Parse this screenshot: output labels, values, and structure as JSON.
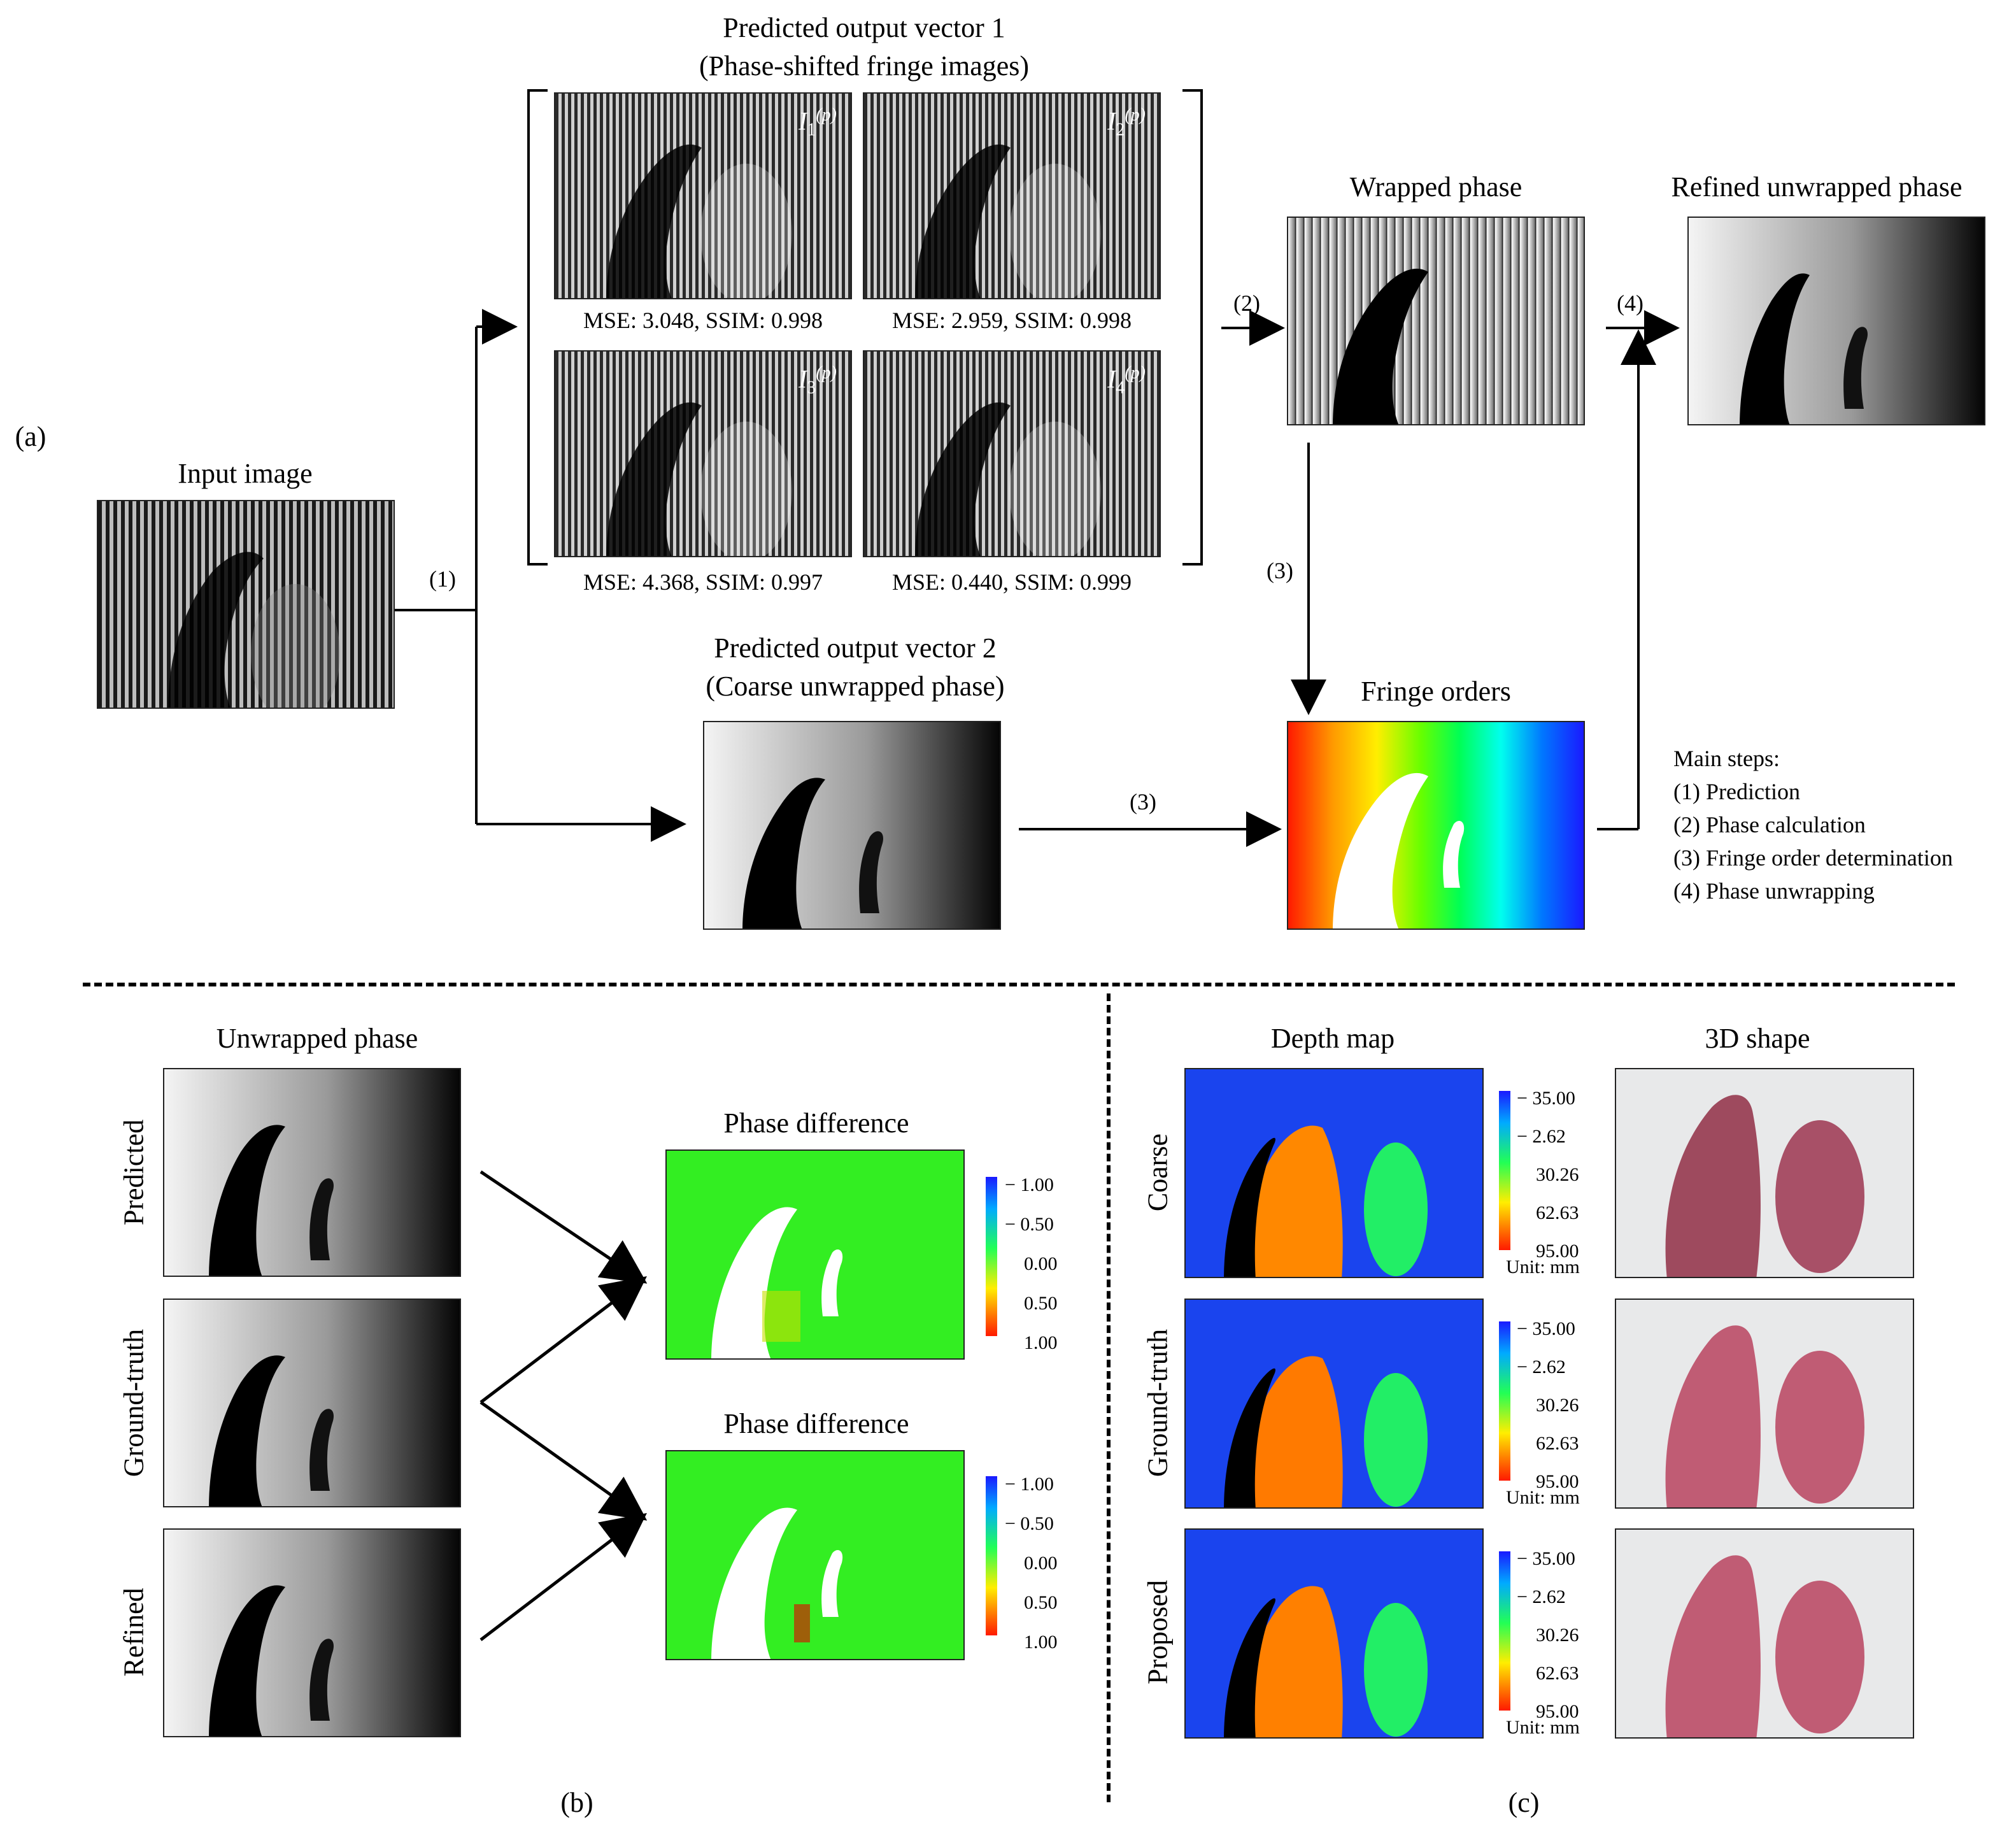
{
  "panel_a": {
    "label": "(a)",
    "input_title": "Input image",
    "vector1_title_1": "Predicted output vector 1",
    "vector1_title_2": "(Phase-shifted fringe images)",
    "vector2_title_1": "Predicted output vector 2",
    "vector2_title_2": "(Coarse unwrapped phase)",
    "fringe_images": [
      {
        "symbol": "I",
        "sub": "1",
        "sup": "(p)",
        "metrics": "MSE: 3.048, SSIM: 0.998"
      },
      {
        "symbol": "I",
        "sub": "2",
        "sup": "(p)",
        "metrics": "MSE: 2.959, SSIM: 0.998"
      },
      {
        "symbol": "I",
        "sub": "3",
        "sup": "(p)",
        "metrics": "MSE: 4.368, SSIM: 0.997"
      },
      {
        "symbol": "I",
        "sub": "4",
        "sup": "(p)",
        "metrics": "MSE: 0.440, SSIM: 0.999"
      }
    ],
    "wrapped_title": "Wrapped phase",
    "refined_title": "Refined unwrapped phase",
    "fringe_orders_title": "Fringe orders",
    "step_labels": {
      "s1": "(1)",
      "s2": "(2)",
      "s3a": "(3)",
      "s3b": "(3)",
      "s4": "(4)"
    },
    "main_steps": {
      "heading": "Main steps:",
      "items": [
        "(1) Prediction",
        "(2) Phase calculation",
        "(3) Fringe order determination",
        "(4) Phase unwrapping"
      ]
    }
  },
  "panel_b": {
    "label": "(b)",
    "title": "Unwrapped phase",
    "rows": [
      "Predicted",
      "Ground-truth",
      "Refined"
    ],
    "diff_title_1": "Phase difference",
    "diff_title_2": "Phase difference",
    "colorbar_ticks": [
      "− 1.00",
      "− 0.50",
      "0.00",
      "0.50",
      "1.00"
    ]
  },
  "panel_c": {
    "label": "(c)",
    "depth_title": "Depth map",
    "shape_title": "3D shape",
    "rows": [
      "Coarse",
      "Ground-truth",
      "Proposed"
    ],
    "colorbar_ticks": [
      "− 35.00",
      "− 2.62",
      "30.26",
      "62.63",
      "95.00"
    ],
    "unit": "Unit: mm"
  },
  "colors": {
    "fringe_dark": "#1a1a1a",
    "diff_green": "#33ee22",
    "depth_blue": "#1a44ee",
    "shape_pink": "#b8576e",
    "shape_bg": "#e8e9ea"
  }
}
